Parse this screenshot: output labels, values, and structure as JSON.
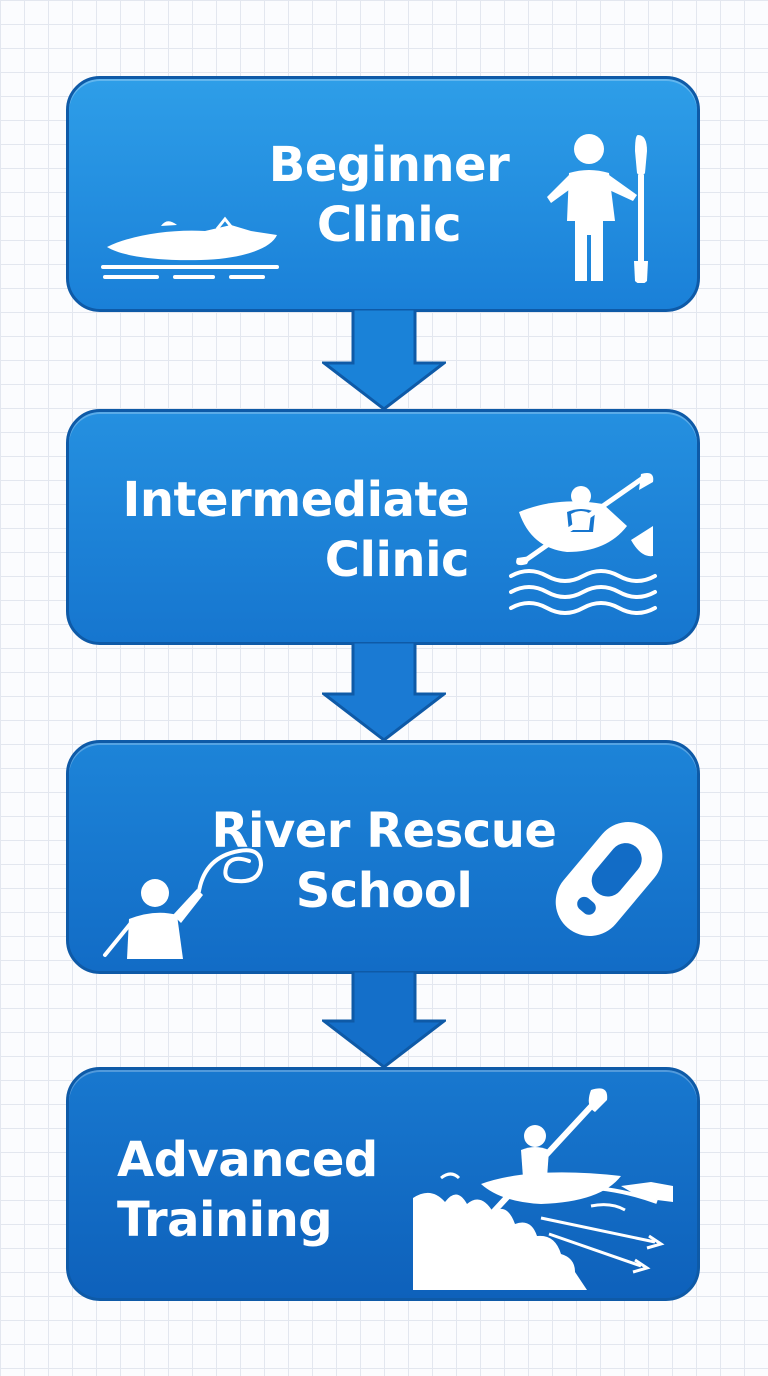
{
  "diagram": {
    "stages": [
      {
        "lines": [
          "Beginner",
          "Clinic"
        ]
      },
      {
        "lines": [
          "Intermediate",
          "Clinic"
        ]
      },
      {
        "lines": [
          "River Rescue",
          "School"
        ]
      },
      {
        "lines": [
          "Advanced",
          "Training"
        ]
      }
    ]
  },
  "colors": {
    "stage_border": "#0e5aa7",
    "stage_blue_top": "#2e9ee8",
    "stage_blue_bottom": "#0e61bb",
    "icon_white": "#ffffff",
    "grid_line": "#e3e7ef"
  },
  "icons": {
    "stage_1": [
      "kayak-icon",
      "person-with-paddle-icon"
    ],
    "stage_2": [
      "kayaker-on-waves-icon"
    ],
    "stage_3": [
      "rope-throw-rescuer-icon",
      "rescue-board-icon"
    ],
    "stage_4": [
      "whitewater-kayaker-icon"
    ],
    "connectors": "down-arrow-icon"
  }
}
